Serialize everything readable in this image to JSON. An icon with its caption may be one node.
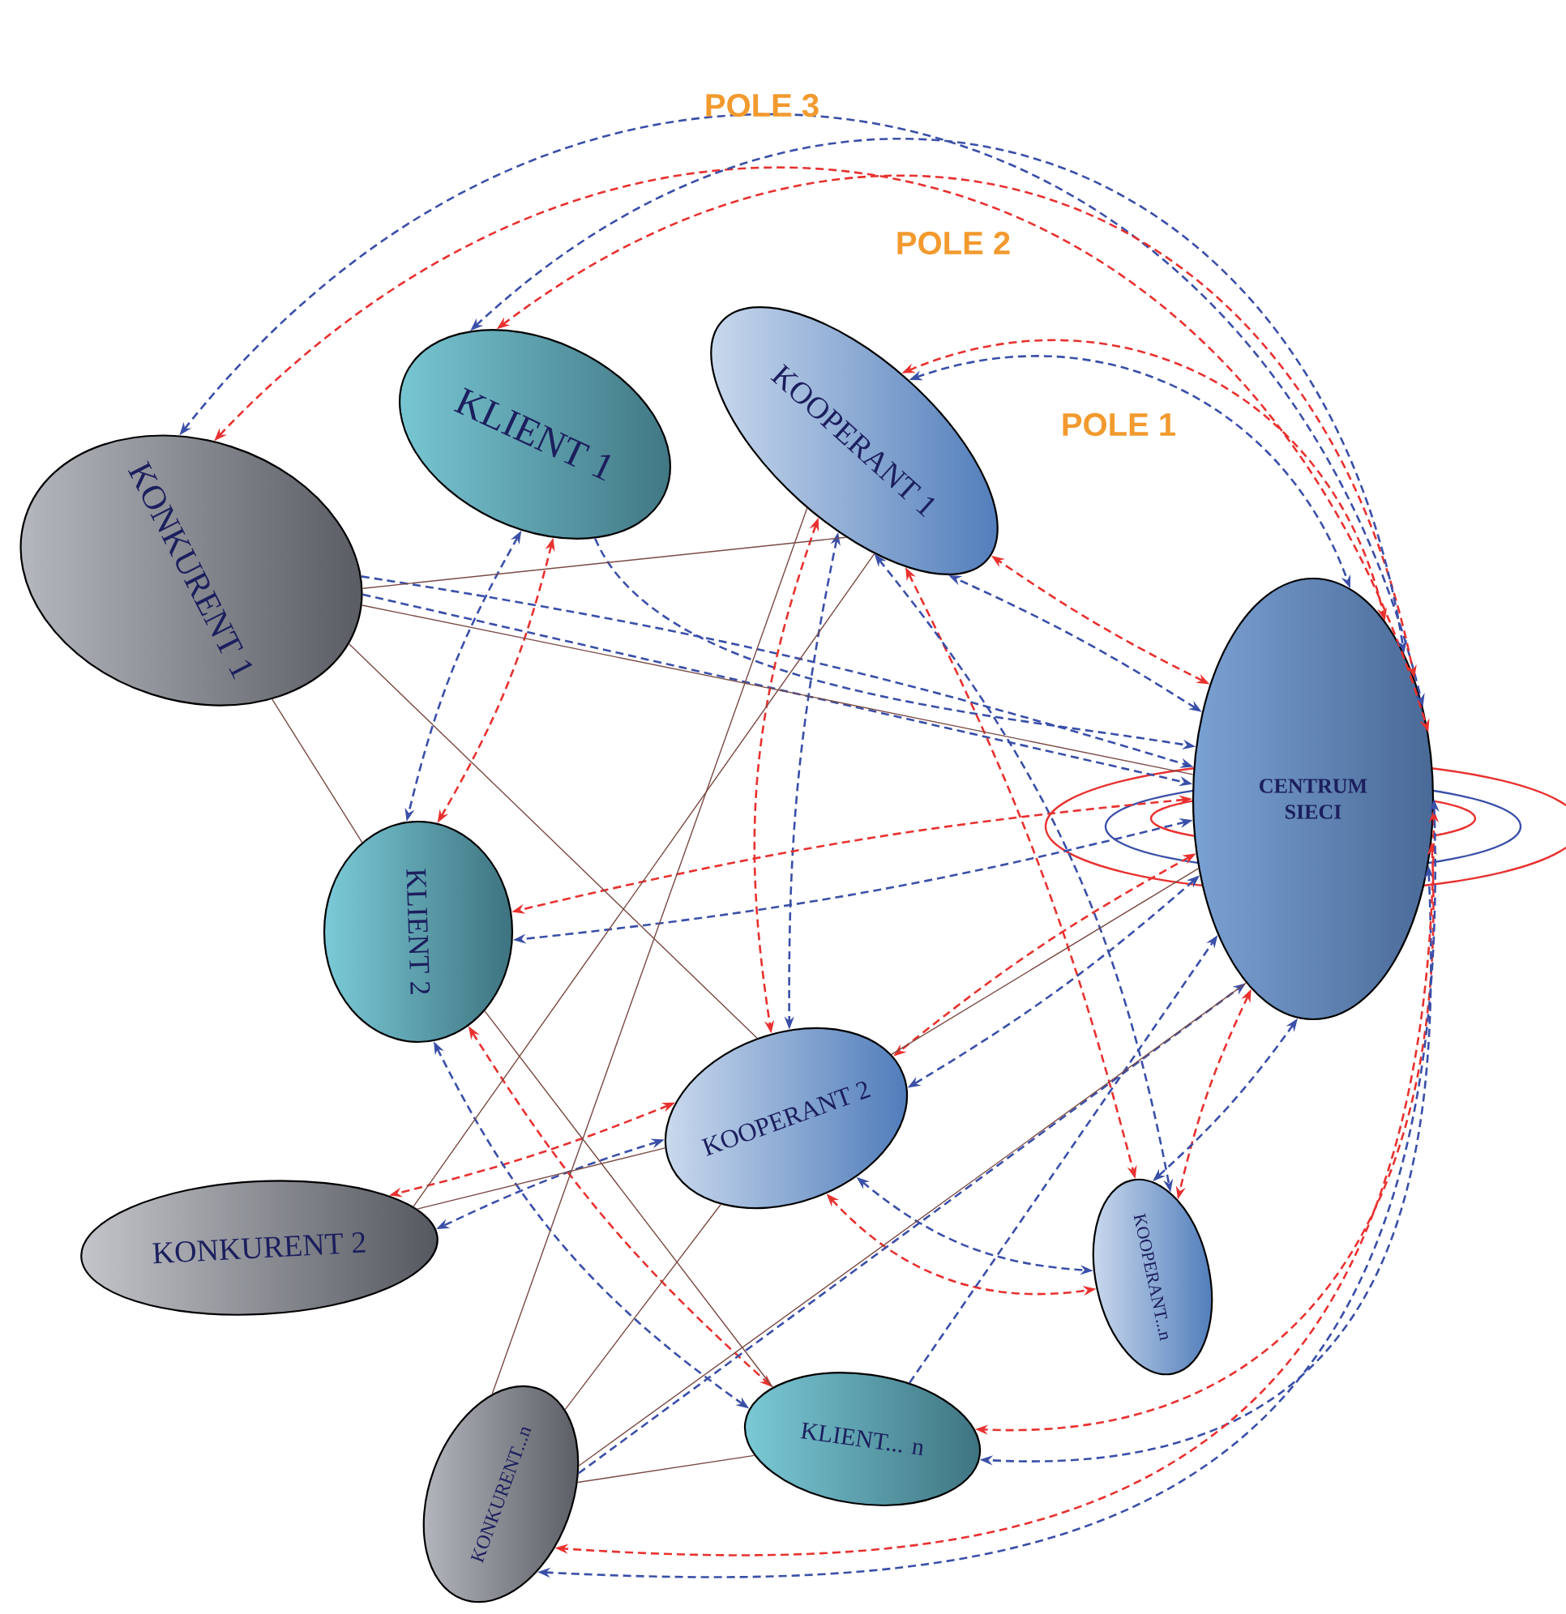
{
  "diagram": {
    "nodes": [
      {
        "text": [
          "KONKURENT 1"
        ]
      },
      {
        "text": [
          "KLIENT 1"
        ]
      },
      {
        "text": [
          "KOOPERANT 1"
        ]
      },
      {
        "text": [
          "CENTRUM SIECI"
        ]
      },
      {
        "text": [
          "KLIENT 2"
        ]
      },
      {
        "text": [
          "KOOPERANT 2"
        ]
      },
      {
        "text": [
          "KONKURENT 2"
        ]
      },
      {
        "text": [
          "KOOPERANT...n"
        ]
      },
      {
        "text": [
          "KONKURENT...n"
        ]
      },
      {
        "text": [
          "KLIENT... n"
        ]
      }
    ],
    "edges": [
      {
        "from": 0,
        "to": 3,
        "arrow": "both",
        "style": "dashed",
        "color": "#e8312f"
      },
      {
        "from": 0,
        "to": 3,
        "arrow": "both",
        "style": "dashed",
        "color": "#3a4fa8"
      },
      {
        "from": 1,
        "to": 3,
        "arrow": "both",
        "style": "dashed",
        "color": "#e8312f"
      },
      {
        "from": 1,
        "to": 3,
        "arrow": "both",
        "style": "dashed",
        "color": "#3a4fa8"
      },
      {
        "from": 2,
        "to": 3,
        "arrow": "both",
        "style": "dashed",
        "color": "#e8312f"
      },
      {
        "from": 2,
        "to": 3,
        "arrow": "both",
        "style": "dashed",
        "color": "#3a4fa8"
      },
      {
        "from": 3,
        "to": 2,
        "arrow": "both",
        "style": "dashed",
        "color": "#e8312f"
      },
      {
        "from": 3,
        "to": 2,
        "arrow": "both",
        "style": "dashed",
        "color": "#3a4fa8"
      },
      {
        "from": 1,
        "to": 3,
        "arrow": "to",
        "style": "dashed",
        "color": "#3a4fa8"
      },
      {
        "from": 0,
        "to": 3,
        "arrow": "to",
        "style": "dashed",
        "color": "#3a4fa8"
      },
      {
        "from": 0,
        "to": 3,
        "arrow": "to",
        "style": "dashed",
        "color": "#3a4fa8"
      },
      {
        "from": 1,
        "to": 4,
        "arrow": "both",
        "style": "dashed",
        "color": "#e8312f"
      },
      {
        "from": 1,
        "to": 4,
        "arrow": "both",
        "style": "dashed",
        "color": "#3a4fa8"
      },
      {
        "from": 2,
        "to": 5,
        "arrow": "both",
        "style": "dashed",
        "color": "#e8312f"
      },
      {
        "from": 2,
        "to": 5,
        "arrow": "both",
        "style": "dashed",
        "color": "#3a4fa8"
      },
      {
        "from": 2,
        "to": 7,
        "arrow": "both",
        "style": "dashed",
        "color": "#e8312f"
      },
      {
        "from": 2,
        "to": 7,
        "arrow": "both",
        "style": "dashed",
        "color": "#3a4fa8"
      },
      {
        "from": 3,
        "to": 4,
        "arrow": "both",
        "style": "dashed",
        "color": "#e8312f"
      },
      {
        "from": 3,
        "to": 4,
        "arrow": "both",
        "style": "dashed",
        "color": "#3a4fa8"
      },
      {
        "from": 3,
        "to": 5,
        "arrow": "both",
        "style": "dashed",
        "color": "#e8312f"
      },
      {
        "from": 3,
        "to": 5,
        "arrow": "both",
        "style": "dashed",
        "color": "#3a4fa8"
      },
      {
        "from": 5,
        "to": 6,
        "arrow": "both",
        "style": "dashed",
        "color": "#e8312f"
      },
      {
        "from": 5,
        "to": 6,
        "arrow": "both",
        "style": "dashed",
        "color": "#3a4fa8"
      },
      {
        "from": 3,
        "to": 7,
        "arrow": "both",
        "style": "dashed",
        "color": "#e8312f"
      },
      {
        "from": 3,
        "to": 7,
        "arrow": "both",
        "style": "dashed",
        "color": "#3a4fa8"
      },
      {
        "from": 4,
        "to": 9,
        "arrow": "both",
        "style": "dashed",
        "color": "#e8312f"
      },
      {
        "from": 4,
        "to": 9,
        "arrow": "both",
        "style": "dashed",
        "color": "#3a4fa8"
      },
      {
        "from": 5,
        "to": 7,
        "arrow": "both",
        "style": "dashed",
        "color": "#e8312f"
      },
      {
        "from": 5,
        "to": 7,
        "arrow": "both",
        "style": "dashed",
        "color": "#3a4fa8"
      },
      {
        "from": 8,
        "to": 3,
        "arrow": "to",
        "style": "dashed",
        "color": "#3a4fa8"
      },
      {
        "from": 9,
        "to": 3,
        "arrow": "to",
        "style": "dashed",
        "color": "#3a4fa8"
      },
      {
        "from": 3,
        "to": 9,
        "arrow": "both",
        "style": "dashed",
        "color": "#e8312f"
      },
      {
        "from": 3,
        "to": 9,
        "arrow": "both",
        "style": "dashed",
        "color": "#3a4fa8"
      },
      {
        "from": 3,
        "to": 8,
        "arrow": "both",
        "style": "dashed",
        "color": "#e8312f"
      },
      {
        "from": 3,
        "to": 8,
        "arrow": "both",
        "style": "dashed",
        "color": "#3a4fa8"
      },
      {
        "from": 0,
        "to": 2,
        "arrow": "none",
        "color": "#7a4a44"
      },
      {
        "from": 0,
        "to": 3,
        "arrow": "none",
        "color": "#7a4a44"
      },
      {
        "from": 0,
        "to": 4,
        "arrow": "none",
        "color": "#7a4a44"
      },
      {
        "from": 0,
        "to": 5,
        "arrow": "none",
        "color": "#7a4a44"
      },
      {
        "from": 2,
        "to": 6,
        "arrow": "none",
        "color": "#7a4a44"
      },
      {
        "from": 2,
        "to": 8,
        "arrow": "none",
        "color": "#7a4a44"
      },
      {
        "from": 4,
        "to": 9,
        "arrow": "none",
        "color": "#7a4a44"
      },
      {
        "from": 3,
        "to": 5,
        "arrow": "none",
        "color": "#7a4a44"
      },
      {
        "from": 3,
        "to": 8,
        "arrow": "none",
        "color": "#7a4a44"
      },
      {
        "from": 8,
        "to": 9,
        "arrow": "none",
        "color": "#7a4a44"
      },
      {
        "from": 8,
        "to": 5,
        "arrow": "none",
        "color": "#7a4a44"
      },
      {
        "from": 6,
        "to": 5,
        "arrow": "none",
        "color": "#7a4a44"
      }
    ],
    "labels": [
      "POLE 3",
      "POLE 2",
      "POLE 1"
    ]
  }
}
